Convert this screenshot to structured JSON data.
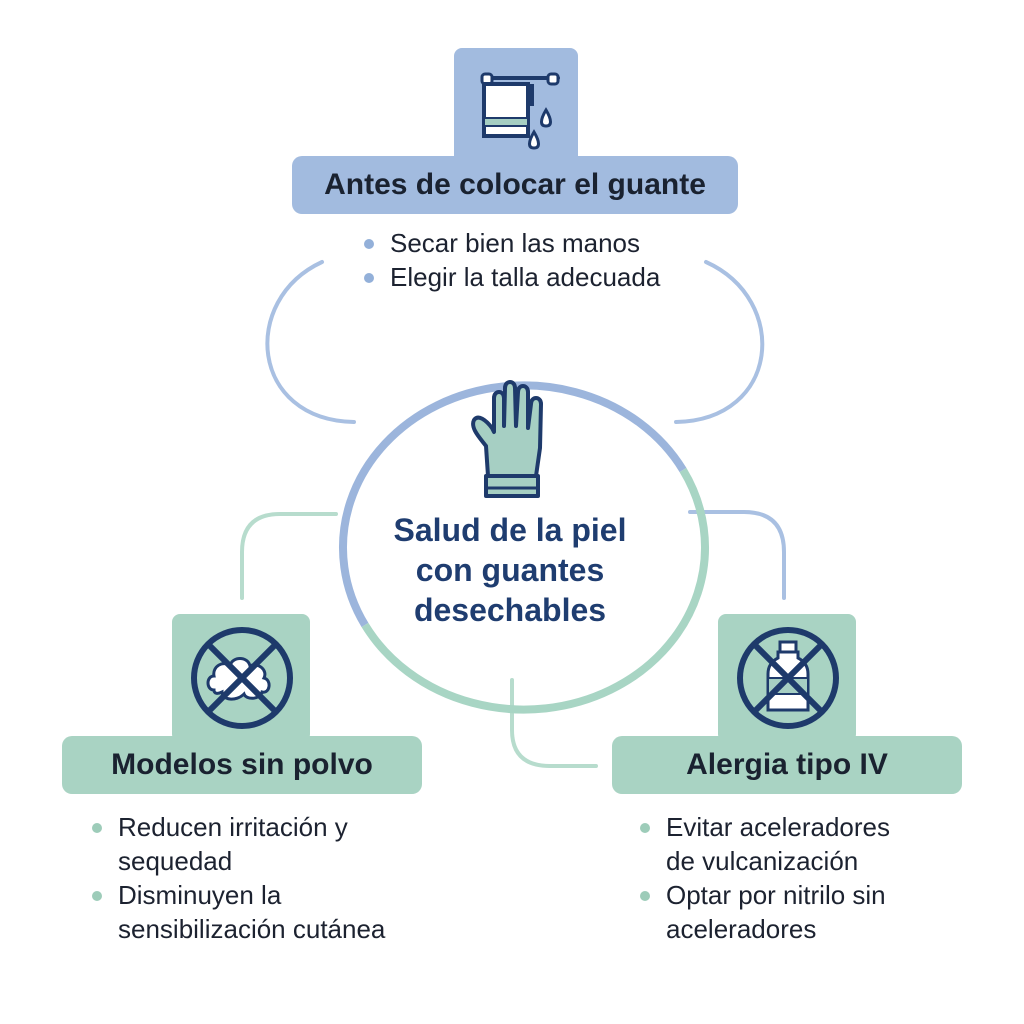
{
  "center": {
    "title_lines": [
      "Salud de la piel",
      "con guantes",
      "desechables"
    ],
    "icon": "glove-icon"
  },
  "top_node": {
    "label": "Antes de colocar el guante",
    "icon": "towel-drops-icon",
    "bullets": [
      "Secar bien las manos",
      "Elegir la talla adecuada"
    ]
  },
  "left_node": {
    "label": "Modelos sin polvo",
    "icon": "no-powder-icon",
    "bullets": [
      [
        "Reducen irritación y",
        "sequedad"
      ],
      [
        "Disminuyen la",
        "sensibilización cutánea"
      ]
    ]
  },
  "right_node": {
    "label": "Alergia tipo IV",
    "icon": "no-bottle-icon",
    "bullets": [
      [
        "Evitar aceleradores",
        "de vulcanización"
      ],
      [
        "Optar por nitrilo sin",
        "aceleradores"
      ]
    ]
  },
  "colors": {
    "blue_accent": "#a2bbdf",
    "green_accent": "#a9d3c3",
    "navy_text": "#1f3d70",
    "icon_stroke": "#1e3a6b"
  }
}
